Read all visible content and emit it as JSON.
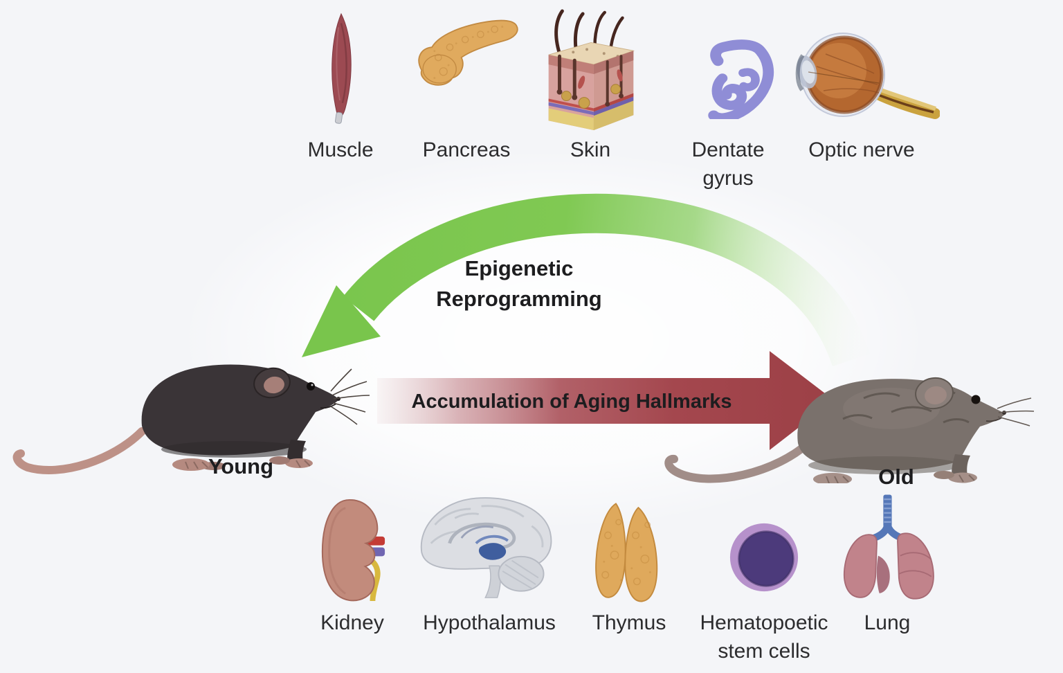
{
  "colors": {
    "background": "#f4f5f8",
    "green_arrow": "#79c54c",
    "red_arrow": "#a4474e",
    "text_dark": "#1d1d1f",
    "label_gray": "#2c2c2e",
    "dentate_purple": "#8f8dd6",
    "thymus_tan": "#dfa95c",
    "lung_pink": "#c1838b",
    "hsc_outer": "#b691cb",
    "hsc_inner": "#4c3a7b"
  },
  "top_organs": [
    {
      "label": "Muscle"
    },
    {
      "label": "Pancreas"
    },
    {
      "label": "Skin"
    },
    {
      "label": "Dentate\ngyrus"
    },
    {
      "label": "Optic nerve"
    }
  ],
  "bottom_organs": [
    {
      "label": "Kidney"
    },
    {
      "label": "Hypothalamus"
    },
    {
      "label": "Thymus"
    },
    {
      "label": "Hematopoetic\nstem cells"
    },
    {
      "label": "Lung"
    }
  ],
  "arrows": {
    "reprogramming": {
      "label": "Epigenetic\nReprogramming",
      "direction": "old-to-young"
    },
    "aging": {
      "label": "Accumulation of Aging Hallmarks",
      "direction": "young-to-old"
    }
  },
  "mice": {
    "young": {
      "label": "Young"
    },
    "old": {
      "label": "Old"
    }
  }
}
